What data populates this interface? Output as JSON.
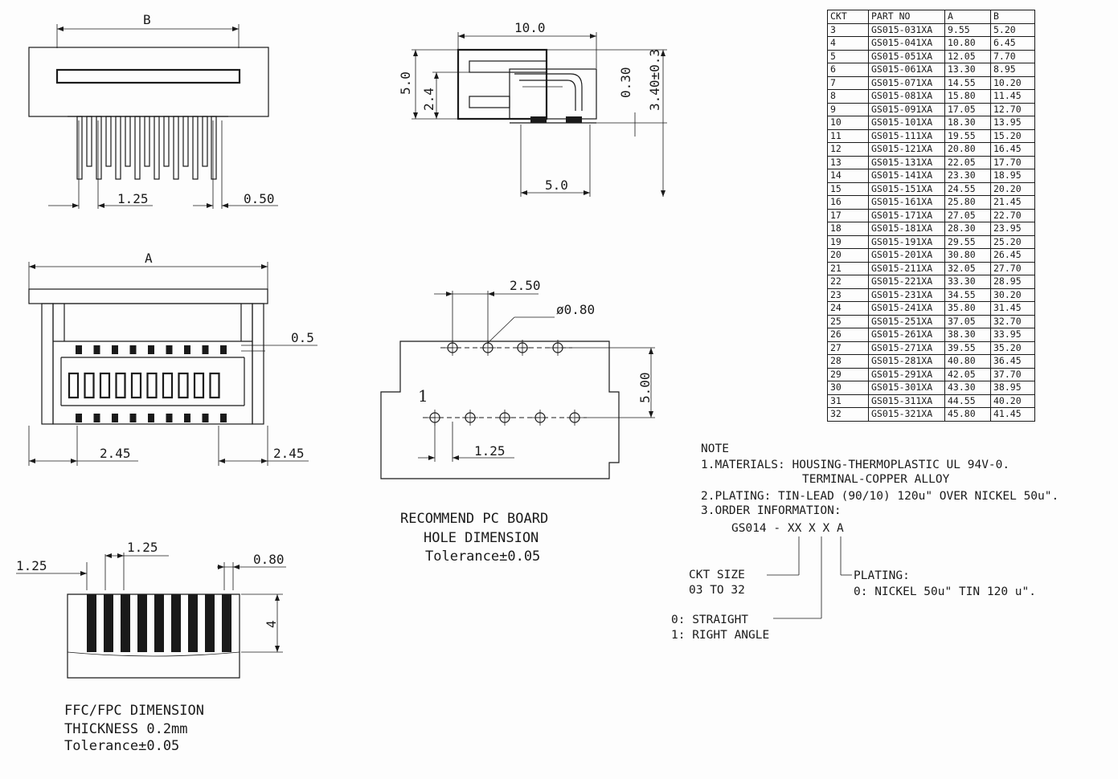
{
  "top_view": {
    "dim_b": "B",
    "pitch": "1.25",
    "pin_width": "0.50"
  },
  "side_view": {
    "width": "10.0",
    "height": "5.0",
    "inner_height": "2.4",
    "clearance": "0.30",
    "overall": "3.40±0.3",
    "lead_span": "5.0"
  },
  "front_view": {
    "dim_a": "A",
    "gap": "0.5",
    "left_margin": "2.45",
    "right_margin": "2.45"
  },
  "pcb": {
    "pitch_row": "2.50",
    "hole_dia": "ø0.80",
    "row_spacing": "5.00",
    "pitch": "1.25",
    "pin1": "1",
    "caption": [
      "RECOMMEND PC BOARD",
      "HOLE DIMENSION",
      "Tolerance±0.05"
    ]
  },
  "ffc": {
    "edge": "1.25",
    "pitch": "1.25",
    "width": "0.80",
    "length": "4",
    "caption": [
      "FFC/FPC DIMENSION",
      "THICKNESS 0.2mm",
      "Tolerance±0.05"
    ]
  },
  "table": {
    "headers": [
      "CKT",
      "PART NO",
      "A",
      "B"
    ],
    "rows": [
      [
        "3",
        "GS015-031XA",
        "9.55",
        "5.20"
      ],
      [
        "4",
        "GS015-041XA",
        "10.80",
        "6.45"
      ],
      [
        "5",
        "GS015-051XA",
        "12.05",
        "7.70"
      ],
      [
        "6",
        "GS015-061XA",
        "13.30",
        "8.95"
      ],
      [
        "7",
        "GS015-071XA",
        "14.55",
        "10.20"
      ],
      [
        "8",
        "GS015-081XA",
        "15.80",
        "11.45"
      ],
      [
        "9",
        "GS015-091XA",
        "17.05",
        "12.70"
      ],
      [
        "10",
        "GS015-101XA",
        "18.30",
        "13.95"
      ],
      [
        "11",
        "GS015-111XA",
        "19.55",
        "15.20"
      ],
      [
        "12",
        "GS015-121XA",
        "20.80",
        "16.45"
      ],
      [
        "13",
        "GS015-131XA",
        "22.05",
        "17.70"
      ],
      [
        "14",
        "GS015-141XA",
        "23.30",
        "18.95"
      ],
      [
        "15",
        "GS015-151XA",
        "24.55",
        "20.20"
      ],
      [
        "16",
        "GS015-161XA",
        "25.80",
        "21.45"
      ],
      [
        "17",
        "GS015-171XA",
        "27.05",
        "22.70"
      ],
      [
        "18",
        "GS015-181XA",
        "28.30",
        "23.95"
      ],
      [
        "19",
        "GS015-191XA",
        "29.55",
        "25.20"
      ],
      [
        "20",
        "GS015-201XA",
        "30.80",
        "26.45"
      ],
      [
        "21",
        "GS015-211XA",
        "32.05",
        "27.70"
      ],
      [
        "22",
        "GS015-221XA",
        "33.30",
        "28.95"
      ],
      [
        "23",
        "GS015-231XA",
        "34.55",
        "30.20"
      ],
      [
        "24",
        "GS015-241XA",
        "35.80",
        "31.45"
      ],
      [
        "25",
        "GS015-251XA",
        "37.05",
        "32.70"
      ],
      [
        "26",
        "GS015-261XA",
        "38.30",
        "33.95"
      ],
      [
        "27",
        "GS015-271XA",
        "39.55",
        "35.20"
      ],
      [
        "28",
        "GS015-281XA",
        "40.80",
        "36.45"
      ],
      [
        "29",
        "GS015-291XA",
        "42.05",
        "37.70"
      ],
      [
        "30",
        "GS015-301XA",
        "43.30",
        "38.95"
      ],
      [
        "31",
        "GS015-311XA",
        "44.55",
        "40.20"
      ],
      [
        "32",
        "GS015-321XA",
        "45.80",
        "41.45"
      ]
    ]
  },
  "notes": {
    "heading": "NOTE",
    "materials": "1.MATERIALS: HOUSING-THERMOPLASTIC UL 94V-0.",
    "materials2": "TERMINAL-COPPER ALLOY",
    "plating": "2.PLATING: TIN-LEAD (90/10) 120u\" OVER NICKEL 50u\".",
    "order": "3.ORDER INFORMATION:",
    "order_code": "GS014 - XX X X A",
    "ckt_size": "CKT SIZE",
    "ckt_range": "03 TO 32",
    "plating_label": "PLATING:",
    "plating_value": "0: NICKEL 50u\" TIN 120 u\".",
    "straight": "0: STRAIGHT",
    "right_angle": "1: RIGHT ANGLE"
  }
}
